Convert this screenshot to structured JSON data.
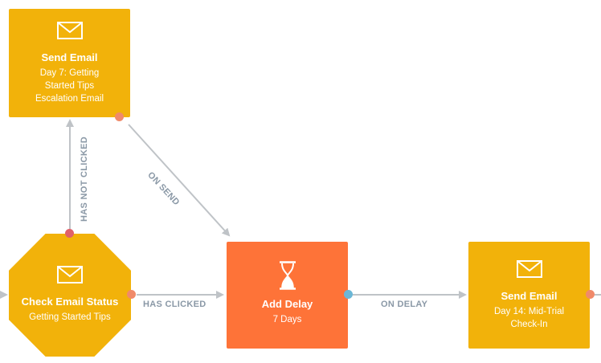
{
  "colors": {
    "email_node": "#f2b20a",
    "delay_node": "#fe7338",
    "arrow": "#bfc3c7",
    "label": "#8a98a6",
    "port_out": "#f08a6a",
    "port_red": "#e0616a",
    "port_blue": "#6bb7d6"
  },
  "nodes": {
    "send_email_day7": {
      "icon": "envelope-icon",
      "title": "Send Email",
      "sub_lines": [
        "Day 7: Getting",
        "Started Tips",
        "Escalation Email"
      ]
    },
    "check_email_status": {
      "icon": "envelope-icon",
      "title": "Check Email Status",
      "sub_lines": [
        "Getting Started Tips"
      ]
    },
    "add_delay": {
      "icon": "hourglass-icon",
      "title": "Add Delay",
      "sub_lines": [
        "7 Days"
      ]
    },
    "send_email_day14": {
      "icon": "envelope-icon",
      "title": "Send Email",
      "sub_lines": [
        "Day 14: Mid-Trial",
        "Check-In"
      ]
    }
  },
  "edges": {
    "has_not_clicked": "HAS NOT CLICKED",
    "on_send": "ON SEND",
    "has_clicked": "HAS CLICKED",
    "on_delay": "ON DELAY"
  }
}
